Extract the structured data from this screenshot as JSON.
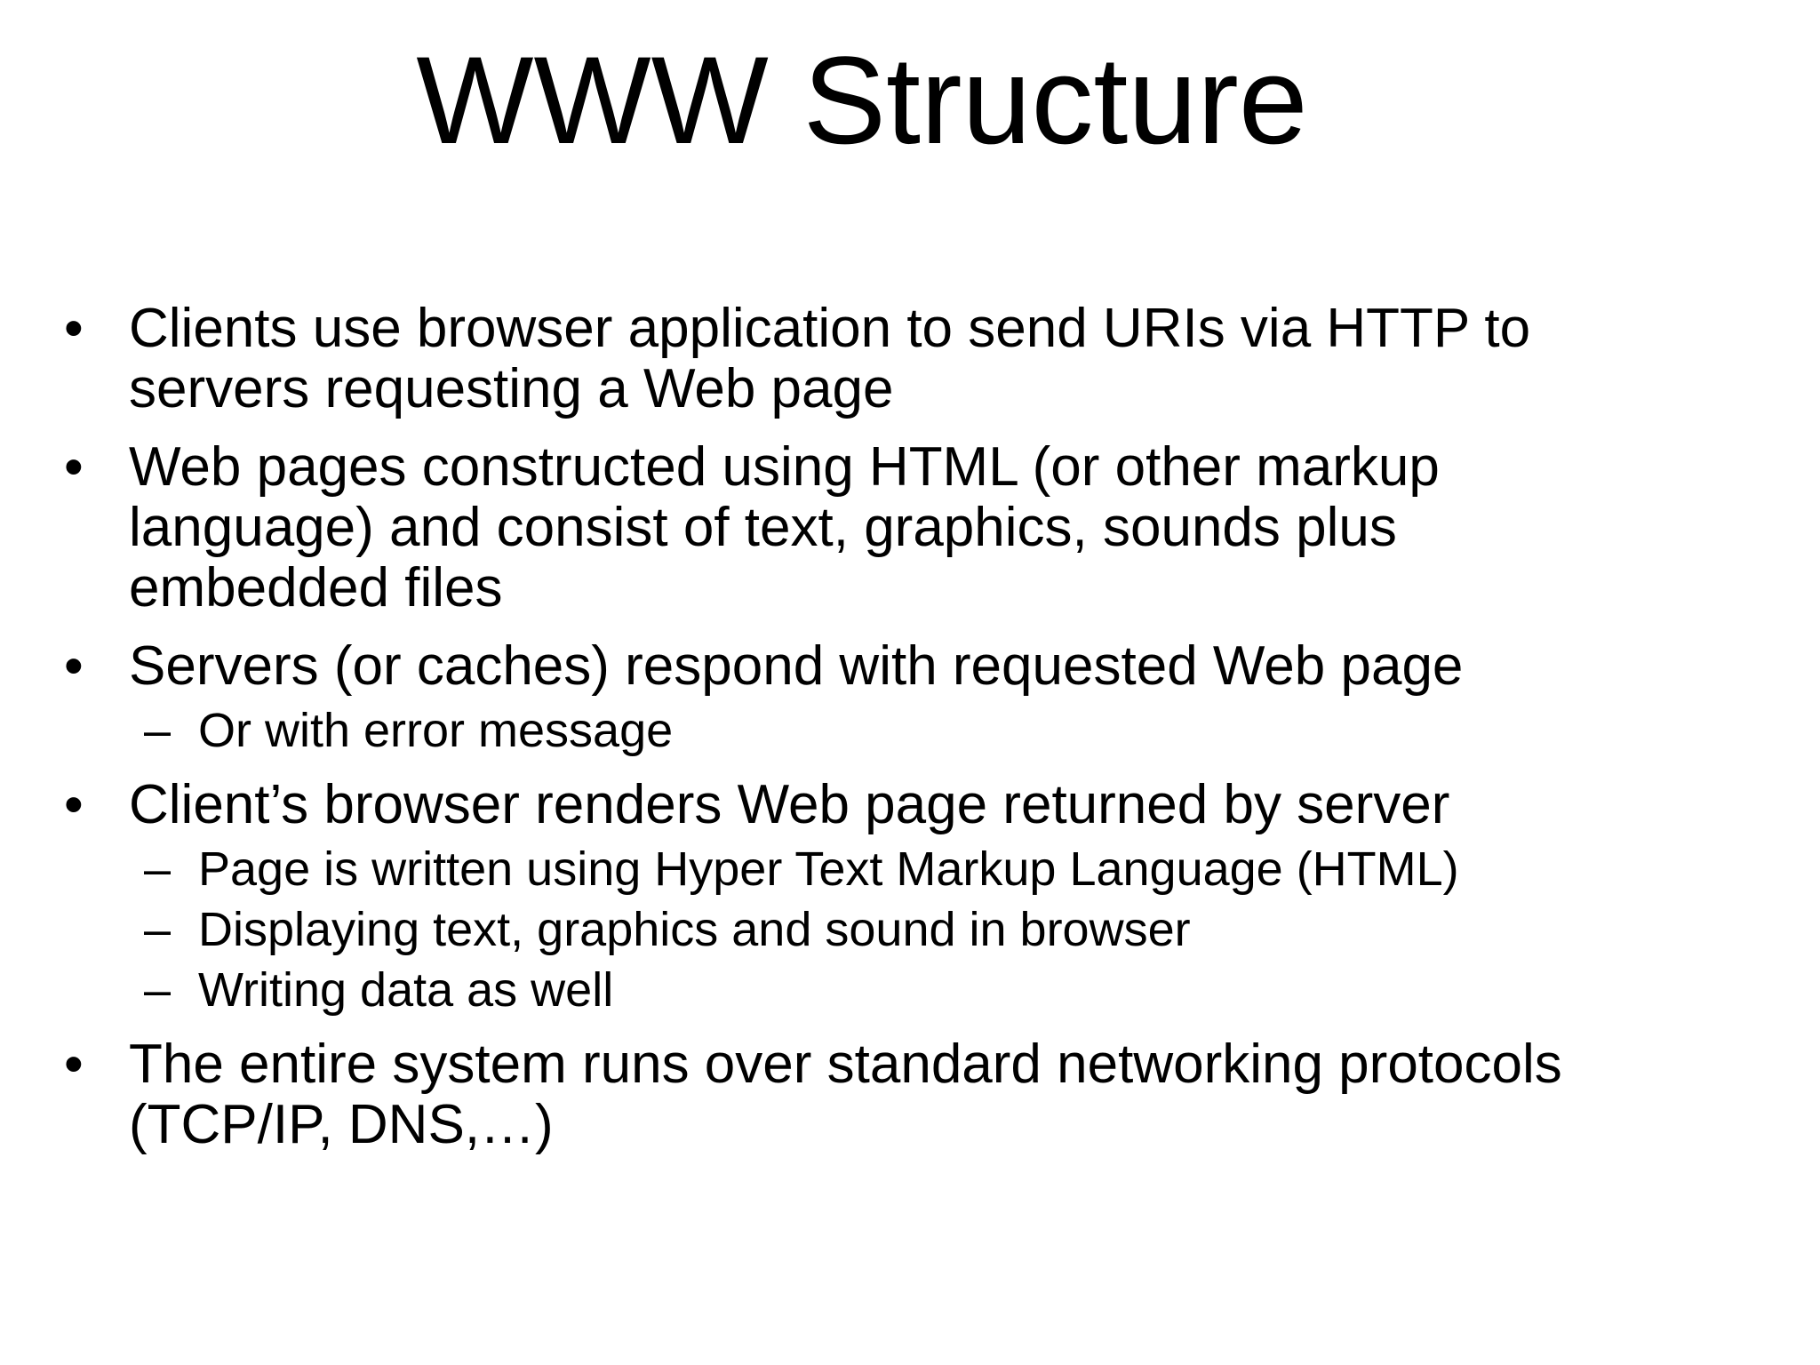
{
  "slide": {
    "title": "WWW Structure",
    "markers": {
      "level1": "•",
      "level2": "–"
    },
    "colors": {
      "background": "#ffffff",
      "text": "#000000"
    },
    "bullets": [
      {
        "level": 1,
        "text": "Clients use browser application to send URIs via HTTP to servers requesting a Web page"
      },
      {
        "level": 1,
        "text": "Web pages constructed using HTML (or other markup language) and consist of text, graphics, sounds plus embedded files"
      },
      {
        "level": 1,
        "text": "Servers (or caches) respond with requested Web page"
      },
      {
        "level": 2,
        "text": "Or with error message"
      },
      {
        "level": 1,
        "text": "Client’s browser renders Web page returned by server"
      },
      {
        "level": 2,
        "text": "Page is written using Hyper Text Markup Language (HTML)"
      },
      {
        "level": 2,
        "text": "Displaying text, graphics and sound in browser"
      },
      {
        "level": 2,
        "text": "Writing data as well"
      },
      {
        "level": 1,
        "text": "The entire system runs over standard networking protocols (TCP/IP, DNS,…)"
      }
    ]
  }
}
